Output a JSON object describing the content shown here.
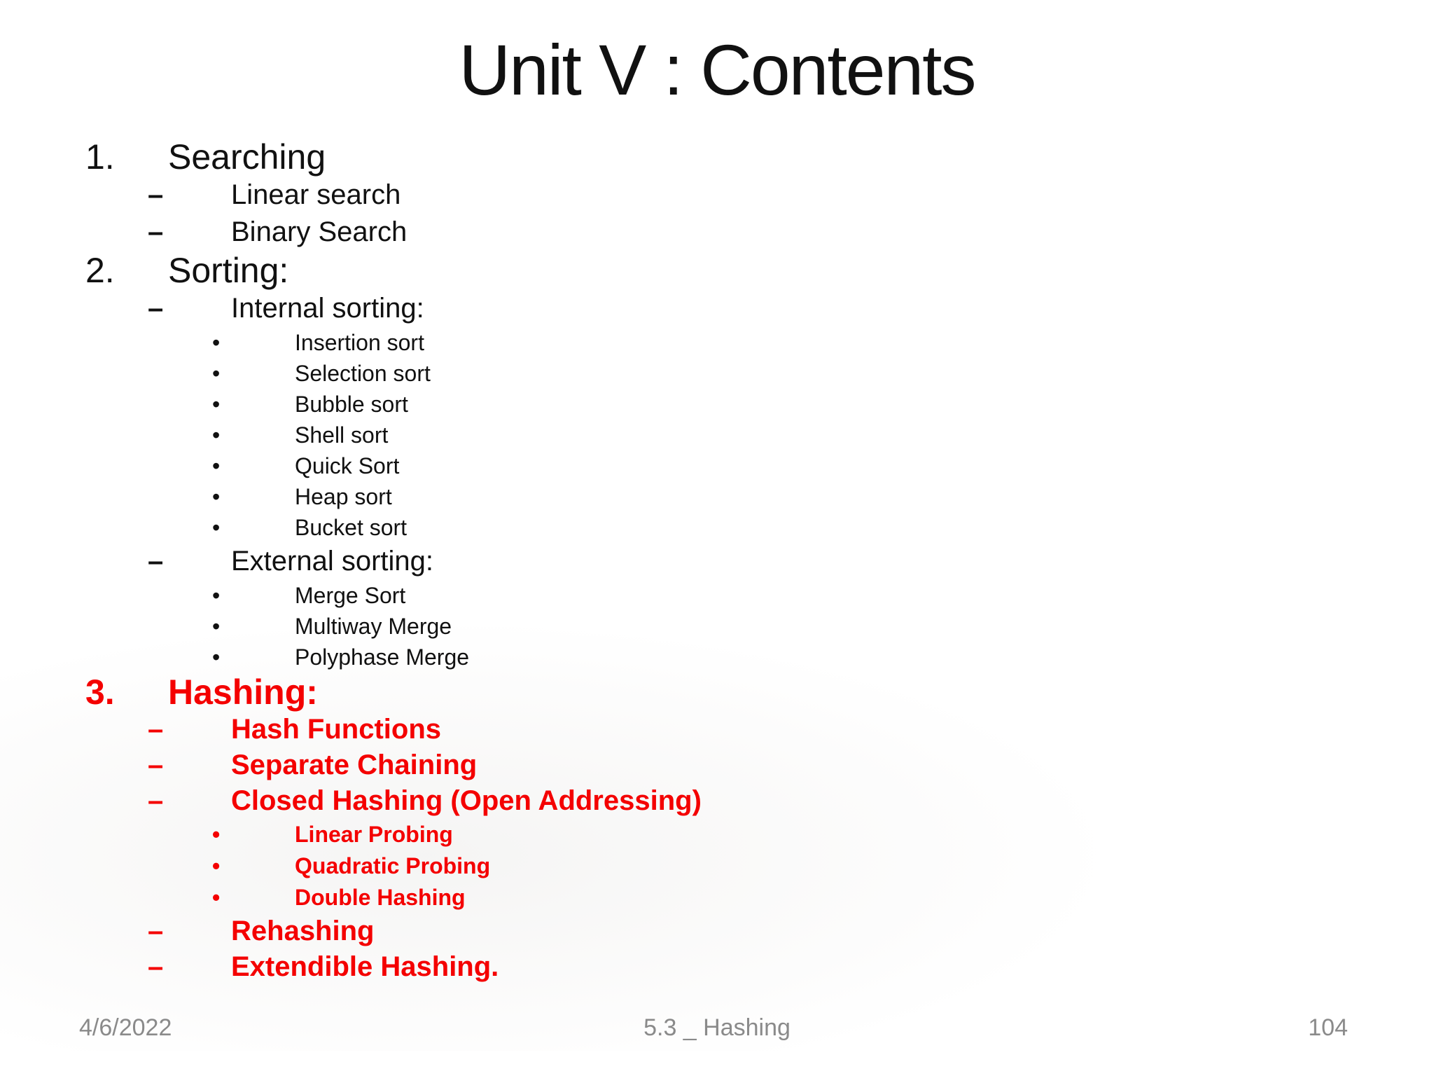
{
  "slide": {
    "title": "Unit V : Contents",
    "colors": {
      "background": "#ffffff",
      "text": "#111111",
      "red": "#f40000",
      "footer_gray": "#8a8a8a"
    },
    "list": [
      {
        "level": 1,
        "marker": "1.",
        "text": "Searching",
        "red": false
      },
      {
        "level": 2,
        "marker": "–",
        "text": "Linear search",
        "red": false
      },
      {
        "level": 2,
        "marker": "–",
        "text": "Binary Search",
        "red": false
      },
      {
        "level": 1,
        "marker": "2.",
        "text": "Sorting:",
        "red": false
      },
      {
        "level": 2,
        "marker": "–",
        "text": "Internal sorting:",
        "red": false
      },
      {
        "level": 3,
        "marker": "•",
        "text": "Insertion sort",
        "red": false
      },
      {
        "level": 3,
        "marker": "•",
        "text": "Selection sort",
        "red": false
      },
      {
        "level": 3,
        "marker": "•",
        "text": "Bubble sort",
        "red": false
      },
      {
        "level": 3,
        "marker": "•",
        "text": "Shell sort",
        "red": false
      },
      {
        "level": 3,
        "marker": "•",
        "text": "Quick Sort",
        "red": false
      },
      {
        "level": 3,
        "marker": "•",
        "text": "Heap sort",
        "red": false
      },
      {
        "level": 3,
        "marker": "•",
        "text": "Bucket sort",
        "red": false
      },
      {
        "level": 2,
        "marker": "–",
        "text": "External sorting:",
        "red": false
      },
      {
        "level": 3,
        "marker": "•",
        "text": "Merge Sort",
        "red": false
      },
      {
        "level": 3,
        "marker": "•",
        "text": "Multiway Merge",
        "red": false
      },
      {
        "level": 3,
        "marker": "•",
        "text": "Polyphase Merge",
        "red": false
      },
      {
        "level": 1,
        "marker": "3.",
        "text": "Hashing:",
        "red": true
      },
      {
        "level": 2,
        "marker": "–",
        "text": "Hash Functions",
        "red": true
      },
      {
        "level": 2,
        "marker": "–",
        "text": "Separate Chaining",
        "red": true
      },
      {
        "level": 2,
        "marker": "–",
        "text": "Closed Hashing (Open Addressing)",
        "red": true
      },
      {
        "level": 3,
        "marker": "•",
        "text": "Linear Probing",
        "red": true
      },
      {
        "level": 3,
        "marker": "•",
        "text": "Quadratic Probing",
        "red": true
      },
      {
        "level": 3,
        "marker": "•",
        "text": "Double Hashing",
        "red": true
      },
      {
        "level": 2,
        "marker": "–",
        "text": "Rehashing",
        "red": true
      },
      {
        "level": 2,
        "marker": "–",
        "text": "Extendible Hashing.",
        "red": true
      }
    ],
    "footer": {
      "date": "4/6/2022",
      "center": "5.3 _ Hashing",
      "page": "104"
    }
  }
}
